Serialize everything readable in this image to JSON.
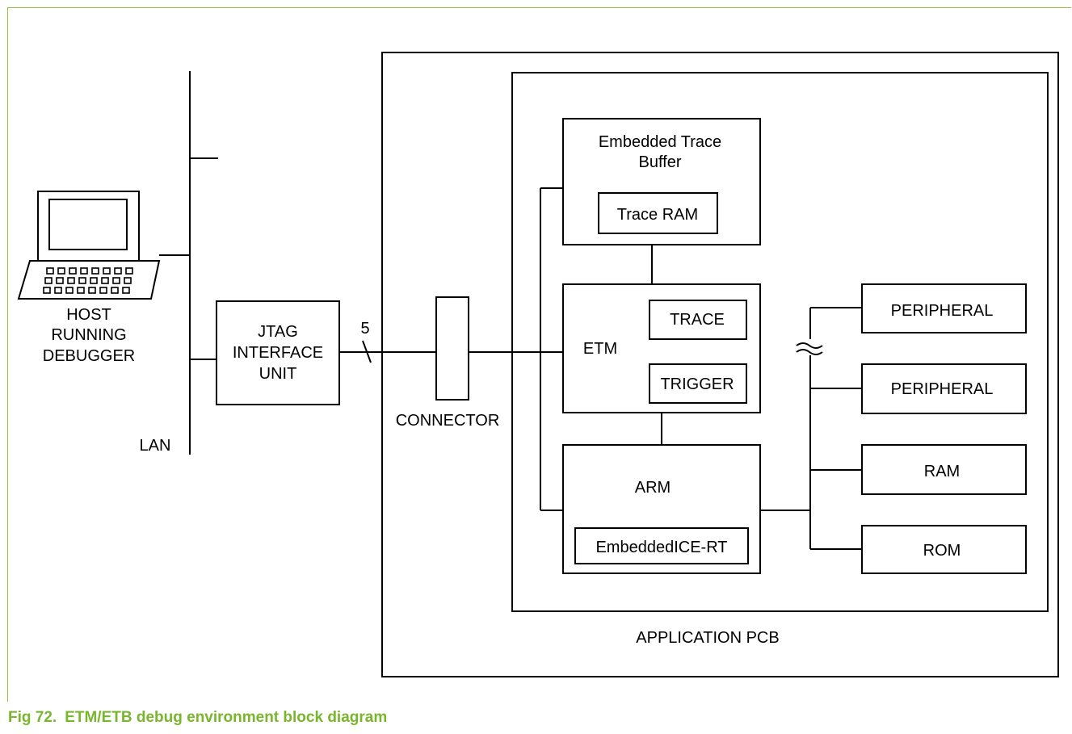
{
  "caption": {
    "number": "Fig 72.",
    "title": "ETM/ETB debug environment block diagram"
  },
  "labels": {
    "host": [
      "HOST",
      "RUNNING",
      "DEBUGGER"
    ],
    "lan": "LAN",
    "jtag": [
      "JTAG",
      "INTERFACE",
      "UNIT"
    ],
    "bus_width": "5",
    "connector": "CONNECTOR",
    "etb": [
      "Embedded Trace",
      "Buffer"
    ],
    "trace_ram": "Trace RAM",
    "etm": "ETM",
    "trace": "TRACE",
    "trigger": "TRIGGER",
    "arm": "ARM",
    "embedded_ice": "EmbeddedICE-RT",
    "peripheral_1": "PERIPHERAL",
    "peripheral_2": "PERIPHERAL",
    "ram": "RAM",
    "rom": "ROM",
    "application_pcb": "APPLICATION PCB"
  },
  "colors": {
    "accent": "#7ab52e",
    "frame": "#8dc63f",
    "line": "#000000"
  }
}
